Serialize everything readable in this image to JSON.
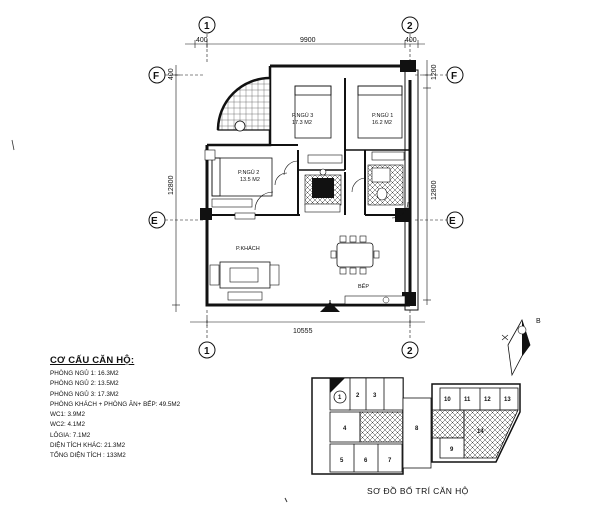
{
  "dimensions": {
    "top_left_offset": "400",
    "top_total": "9900",
    "top_right_offset": "400",
    "left_height": "12800",
    "right_upper": "1200",
    "right_height": "12800",
    "left_upper": "400",
    "bottom_total": "10555"
  },
  "axes": {
    "col_1": "1",
    "col_2": "2",
    "row_f": "F",
    "row_e": "E"
  },
  "rooms": {
    "bedroom_1": {
      "name": "P.NGỦ 1",
      "area": "16.2 M2"
    },
    "bedroom_2": {
      "name": "P.NGỦ 2",
      "area": "13.5 M2"
    },
    "bedroom_3": {
      "name": "P.NGỦ 3",
      "area": "17.3 M2"
    },
    "living": "P.KHÁCH",
    "kitchen": "BẾP"
  },
  "compass": {
    "label": "B"
  },
  "legend": {
    "title": "CƠ CẤU CĂN HỘ:",
    "items": [
      "PHÒNG NGỦ 1: 16.3M2",
      "PHÒNG NGỦ 2: 13.5M2",
      "PHÒNG NGỦ 3: 17.3M2",
      "PHÒNG KHÁCH + PHÒNG ĂN+ BẾP: 49.5M2",
      "WC1: 3.9M2",
      "WC2: 4.1M2",
      "LÔGIA: 7.1M2",
      "DIỆN TÍCH KHÁC: 21.3M2",
      "TỔNG DIỆN TÍCH : 133M2"
    ]
  },
  "key_plan": {
    "caption": "SƠ ĐỒ BỐ TRÍ CĂN HỘ",
    "units": [
      "1",
      "2",
      "3",
      "4",
      "5",
      "6",
      "7",
      "8",
      "9",
      "10",
      "11",
      "12",
      "13",
      "14"
    ],
    "highlighted": "1"
  }
}
